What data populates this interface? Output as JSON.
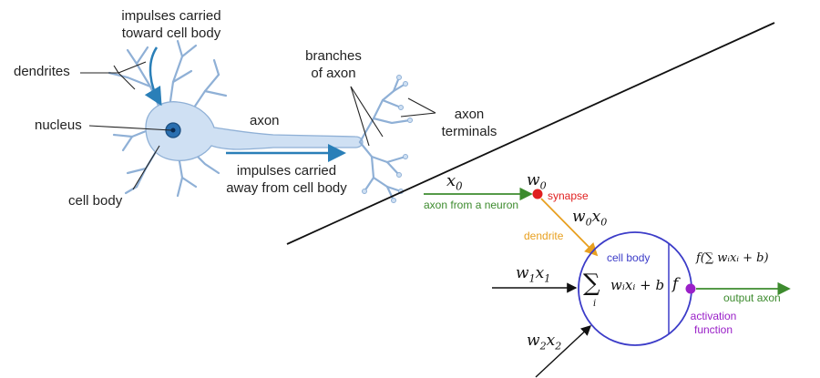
{
  "biological": {
    "impulses_toward": [
      "impulses carried",
      "toward cell body"
    ],
    "dendrites": "dendrites",
    "nucleus": "nucleus",
    "cell_body": "cell body",
    "axon": "axon",
    "impulses_away": [
      "impulses carried",
      "away from cell body"
    ],
    "branches": [
      "branches",
      "of axon"
    ],
    "terminals": [
      "axon",
      "terminals"
    ]
  },
  "model": {
    "x0": "x",
    "x0_sub": "0",
    "w0": "w",
    "w0_sub": "0",
    "synapse": "synapse",
    "axon_from_neuron": "axon from a neuron",
    "w0x0": [
      "w",
      "0",
      "x",
      "0"
    ],
    "dendrite": "dendrite",
    "cell_body": "cell body",
    "w1x1": [
      "w",
      "1",
      "x",
      "1"
    ],
    "w2x2": [
      "w",
      "2",
      "x",
      "2"
    ],
    "sum_expr": "wᵢxᵢ + b",
    "sum_index": "i",
    "f": "f",
    "output_expr": "f(∑ wᵢxᵢ + b)",
    "output_axon": "output axon",
    "activation": [
      "activation",
      "function"
    ]
  },
  "colors": {
    "neuron_fill": "#cfe0f3",
    "neuron_stroke": "#8fb0d6",
    "arrow_blue": "#2a7fb8",
    "green": "#3d8b2e",
    "red": "#e02020",
    "orange": "#e8a020",
    "circle": "#3c3cc8",
    "purple": "#9a20c8"
  }
}
